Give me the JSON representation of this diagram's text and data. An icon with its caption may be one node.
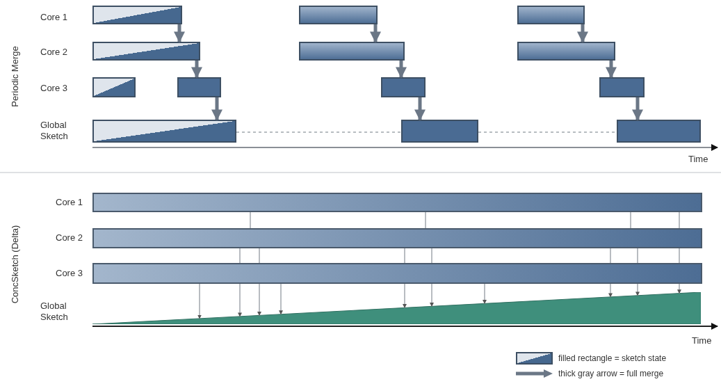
{
  "diagram": {
    "nodes": [
      {
        "text": [],
        "shape": "box"
      },
      {
        "text": [],
        "shape": "box"
      },
      {
        "text": [],
        "shape": "box"
      },
      {
        "text": [],
        "shape": "box"
      },
      {
        "text": [],
        "shape": "box"
      },
      {
        "text": [],
        "shape": "box"
      },
      {
        "text": [],
        "shape": "box"
      },
      {
        "text": [],
        "shape": "box"
      },
      {
        "text": [],
        "shape": "box"
      },
      {
        "text": [],
        "shape": "box"
      },
      {
        "text": [],
        "shape": "box"
      },
      {
        "text": [],
        "shape": "box"
      },
      {
        "text": [],
        "shape": "box"
      },
      {
        "text": [],
        "shape": "bar"
      },
      {
        "text": [],
        "shape": "bar"
      },
      {
        "text": [],
        "shape": "bar"
      },
      {
        "text": [],
        "shape": "wedge"
      }
    ],
    "edges": [
      {
        "from": 0,
        "to": 3,
        "arrow": "to",
        "style": "thick"
      },
      {
        "from": 3,
        "to": 7,
        "arrow": "to",
        "style": "thick"
      },
      {
        "from": 7,
        "to": 10,
        "arrow": "to",
        "style": "thick"
      },
      {
        "from": 1,
        "to": 4,
        "arrow": "to",
        "style": "thick"
      },
      {
        "from": 4,
        "to": 8,
        "arrow": "to",
        "style": "thick"
      },
      {
        "from": 8,
        "to": 11,
        "arrow": "to",
        "style": "thick"
      },
      {
        "from": 2,
        "to": 5,
        "arrow": "to",
        "style": "thick"
      },
      {
        "from": 5,
        "to": 9,
        "arrow": "to",
        "style": "thick"
      },
      {
        "from": 9,
        "to": 12,
        "arrow": "to",
        "style": "thick"
      },
      {
        "from": 10,
        "to": 11,
        "arrow": "none",
        "style": "dashed"
      },
      {
        "from": 11,
        "to": 12,
        "arrow": "none",
        "style": "dashed"
      },
      {
        "from": 13,
        "to": 14,
        "arrow": "none"
      },
      {
        "from": 13,
        "to": 14,
        "arrow": "none"
      },
      {
        "from": 13,
        "to": 14,
        "arrow": "none"
      },
      {
        "from": 13,
        "to": 14,
        "arrow": "none"
      },
      {
        "from": 14,
        "to": 15,
        "arrow": "none"
      },
      {
        "from": 14,
        "to": 15,
        "arrow": "none"
      },
      {
        "from": 14,
        "to": 15,
        "arrow": "none"
      },
      {
        "from": 14,
        "to": 15,
        "arrow": "none"
      },
      {
        "from": 14,
        "to": 15,
        "arrow": "none"
      },
      {
        "from": 14,
        "to": 15,
        "arrow": "none"
      },
      {
        "from": 14,
        "to": 15,
        "arrow": "none"
      },
      {
        "from": 15,
        "to": 16,
        "arrow": "to"
      },
      {
        "from": 15,
        "to": 16,
        "arrow": "to"
      },
      {
        "from": 15,
        "to": 16,
        "arrow": "to"
      },
      {
        "from": 15,
        "to": 16,
        "arrow": "to"
      },
      {
        "from": 15,
        "to": 16,
        "arrow": "to"
      },
      {
        "from": 15,
        "to": 16,
        "arrow": "to"
      },
      {
        "from": 15,
        "to": 16,
        "arrow": "to"
      },
      {
        "from": 15,
        "to": 16,
        "arrow": "to"
      },
      {
        "from": 15,
        "to": 16,
        "arrow": "to"
      },
      {
        "from": 15,
        "to": 16,
        "arrow": "to"
      }
    ],
    "labels": [
      "Periodic Merge",
      "Core 1",
      "Core 2",
      "Core 3",
      "Global Sketch",
      "Time",
      "ConcSketch (Delta)",
      "Core 1",
      "Core 2",
      "Core 3",
      "Global Sketch",
      "Time"
    ],
    "legend": [
      {
        "text": "filled rectangle = sketch state"
      },
      {
        "text": "thick gray arrow = full merge"
      }
    ]
  }
}
